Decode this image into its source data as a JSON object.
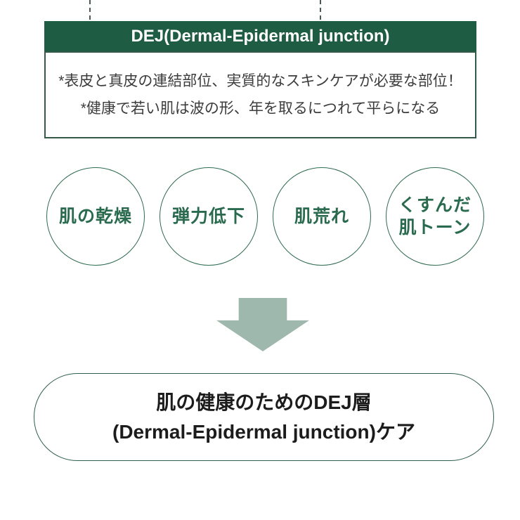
{
  "colors": {
    "header_green": "#1f5c44",
    "box_border_green": "#355949",
    "circle_green": "#2a6a4e",
    "arrow_sage": "#9fb8ae",
    "pill_border_green": "#2f5e51",
    "body_text": "#3c3c3c"
  },
  "header": {
    "title": "DEJ(Dermal-Epidermal junction)"
  },
  "description": {
    "line1": "*表皮と真皮の連結部位、実質的なスキンケアが必要な部位！",
    "line2": "*健康で若い肌は波の形、年を取るにつれて平らになる"
  },
  "concerns": {
    "items": [
      {
        "label": "肌の乾燥"
      },
      {
        "label": "弾力低下"
      },
      {
        "label": "肌荒れ"
      },
      {
        "label": "くすんだ\n肌トーン"
      }
    ]
  },
  "arrow": {
    "icon": "down-arrow"
  },
  "conclusion": {
    "line1": "肌の健康のためのDEJ層",
    "line2": "(Dermal-Epidermal junction)ケア"
  }
}
